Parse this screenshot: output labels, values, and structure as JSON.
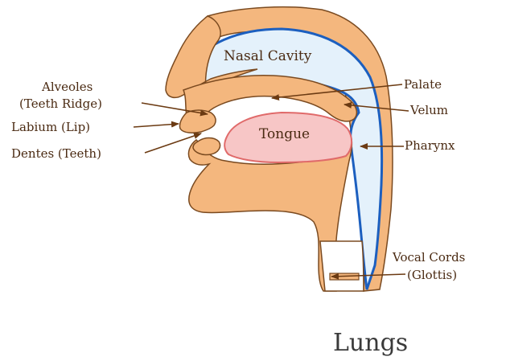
{
  "labels": {
    "nasal_cavity": "Nasal Cavity",
    "palate": "Palate",
    "velum": "Velum",
    "pharynx": "Pharynx",
    "alveoles_line1": "Alveoles",
    "alveoles_line2": "(Teeth Ridge)",
    "labium": "Labium (Lip)",
    "dentes": "Dentes (Teeth)",
    "tongue": "Tongue",
    "vocal_cords_line1": "Vocal Cords",
    "vocal_cords_line2": "(Glottis)",
    "lungs": "Lungs"
  },
  "colors": {
    "skin": "#f4b77e",
    "skin_outline": "#7a4a20",
    "cavity_fill": "#e4f1fb",
    "cavity_outline": "#1c5fbf",
    "tongue_fill": "#f7c6c6",
    "tongue_outline": "#e06a6a",
    "label_text": "#4a2a12"
  }
}
